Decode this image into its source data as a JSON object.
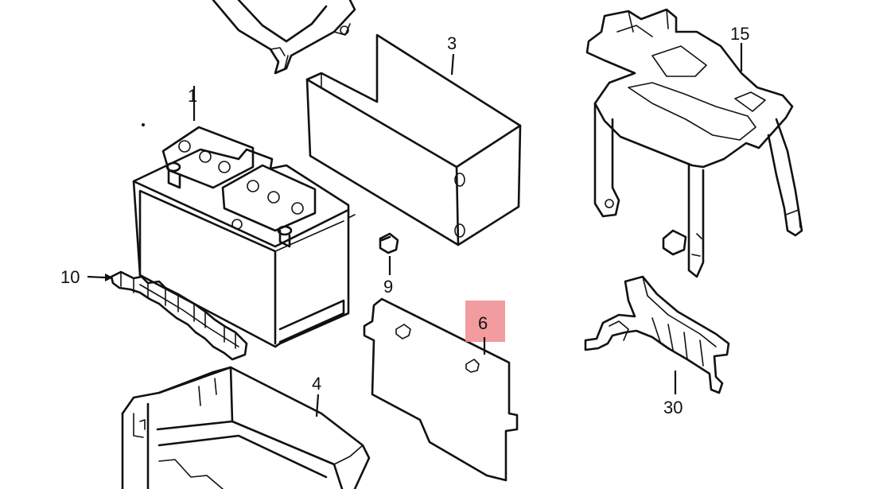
{
  "diagram": {
    "labels": {
      "p1": "1",
      "p3": "3",
      "p4": "4",
      "p6": "6",
      "p9": "9",
      "p10": "10",
      "p15": "15",
      "p30": "30"
    },
    "highlighted_part": "6",
    "highlight_color": "#f08b8f"
  }
}
